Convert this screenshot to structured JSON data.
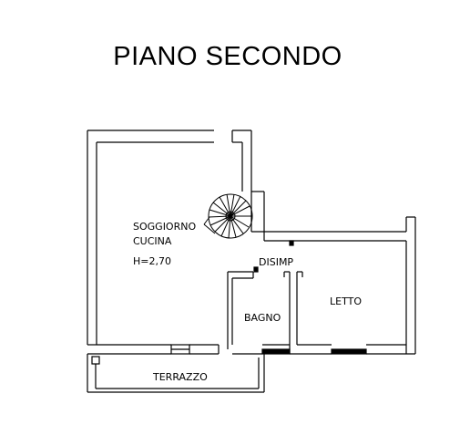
{
  "plan": {
    "title": "PIANO SECONDO",
    "rooms": {
      "soggiorno_line1": "SOGGIORNO",
      "soggiorno_line2": "CUCINA",
      "height_note": "H=2,70",
      "disimp": "DISIMP",
      "letto": "LETTO",
      "bagno": "BAGNO",
      "terrazzo": "TERRAZZO"
    }
  },
  "colors": {
    "ink": "#000000",
    "background": "#ffffff"
  }
}
